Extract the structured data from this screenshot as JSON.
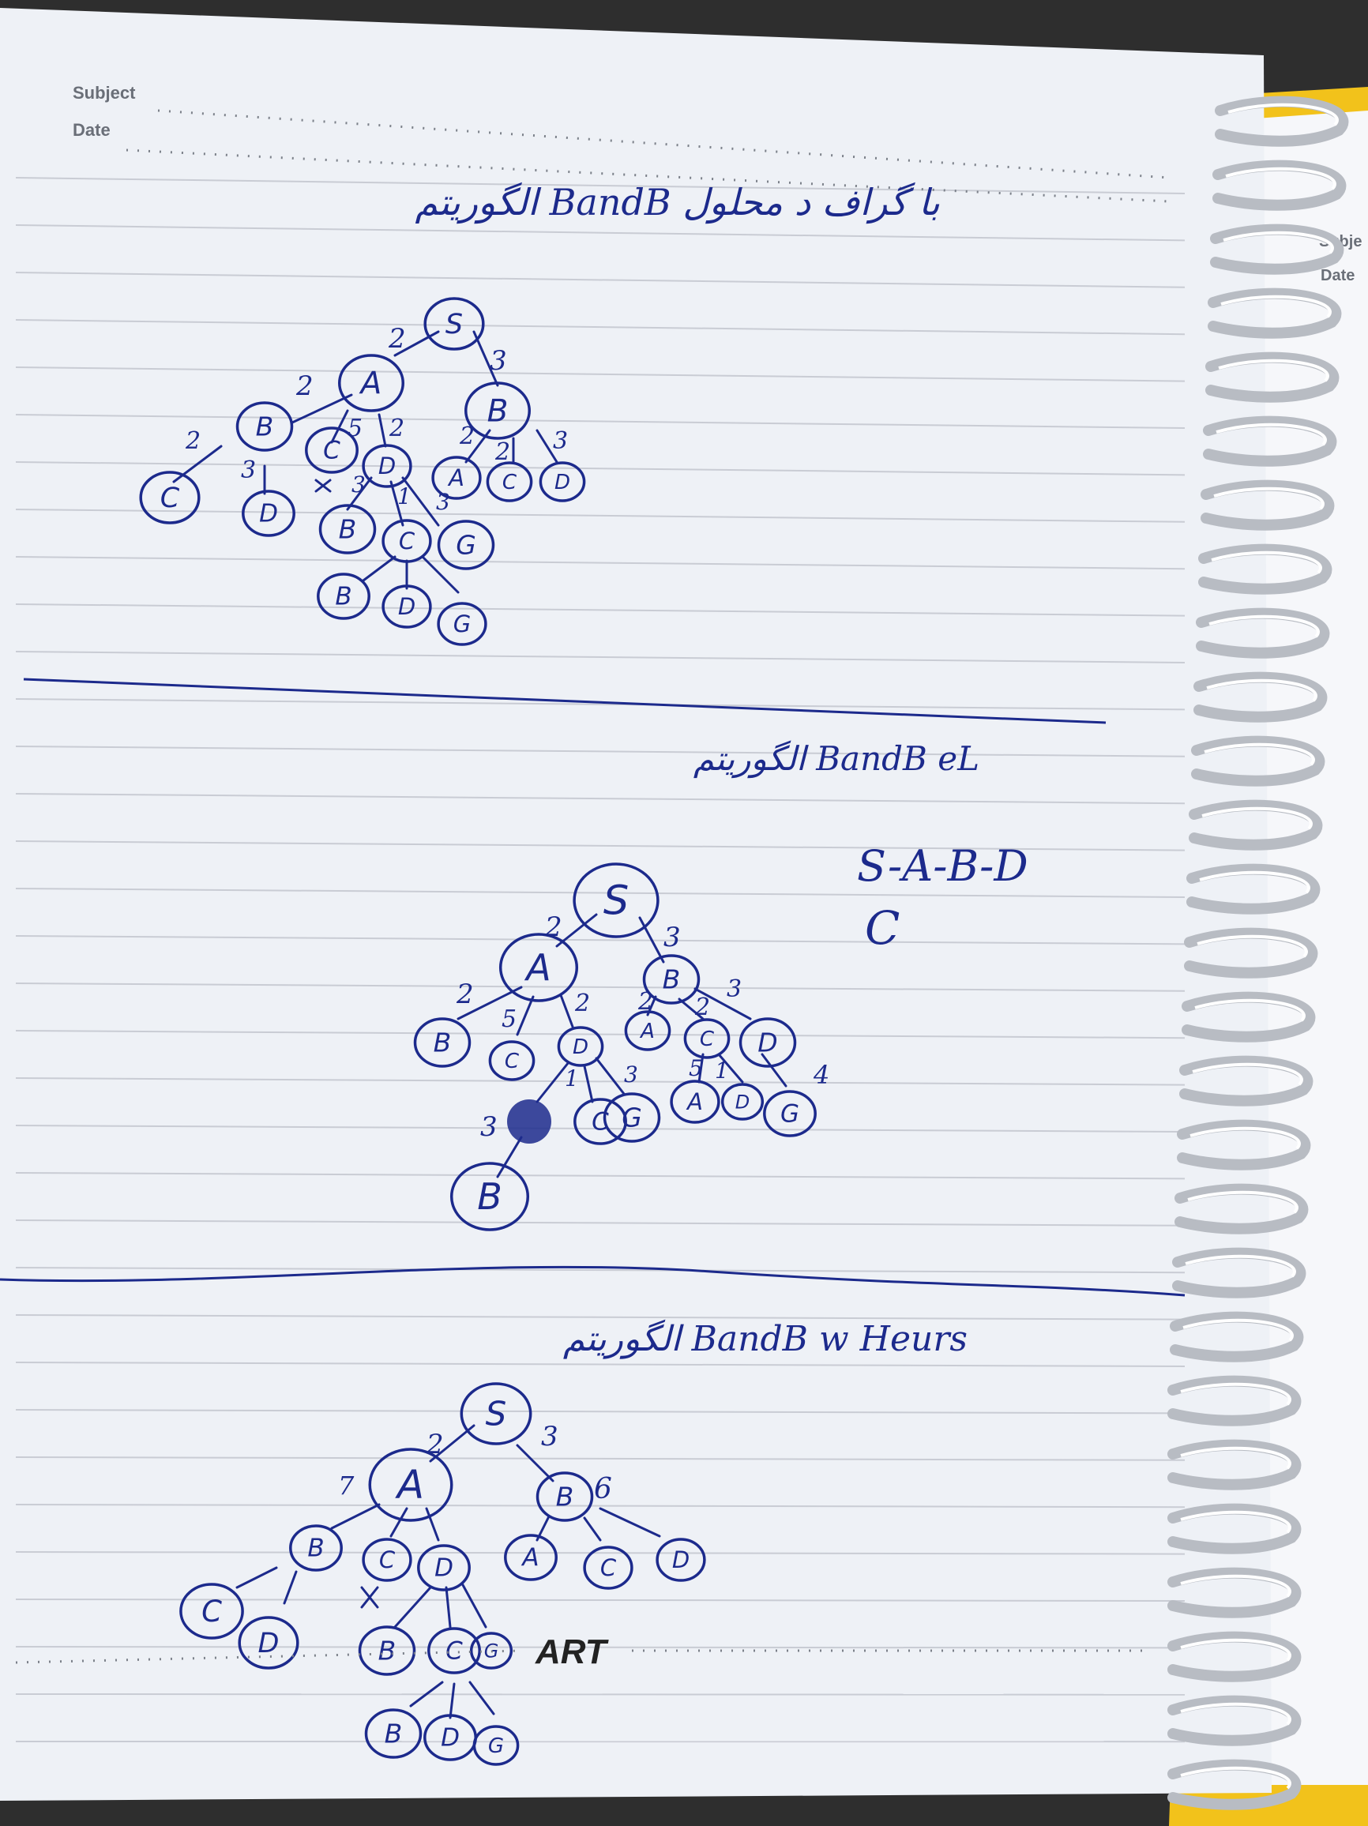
{
  "notebook": {
    "printed_subject": "Subject",
    "printed_date": "Date",
    "next_page_subject": "Subje",
    "next_page_date": "Date",
    "brand_logo_text": "ART",
    "colors": {
      "paper": "#eef1f6",
      "ink": "#1c2a8c",
      "rule_line": "#c9ccd4",
      "cover": "#f2c21b"
    }
  },
  "sections": [
    {
      "heading": "الگوریتم BandB با گراف د محلول",
      "tree": {
        "nodes": [
          {
            "id": "s1-S",
            "label": "S"
          },
          {
            "id": "s1-A",
            "label": "A"
          },
          {
            "id": "s1-B-right",
            "label": "B"
          },
          {
            "id": "s1-B-left",
            "label": "B"
          },
          {
            "id": "s1-C-mid",
            "label": "C"
          },
          {
            "id": "s1-D-mid",
            "label": "D"
          },
          {
            "id": "s1-A-right",
            "label": "A"
          },
          {
            "id": "s1-C-right",
            "label": "C"
          },
          {
            "id": "s1-D-right",
            "label": "D"
          },
          {
            "id": "s1-C-far-left",
            "label": "C"
          },
          {
            "id": "s1-D-low-left",
            "label": "D"
          },
          {
            "id": "s1-B-low",
            "label": "B"
          },
          {
            "id": "s1-C-low",
            "label": "C"
          },
          {
            "id": "s1-G-low",
            "label": "G"
          },
          {
            "id": "s1-B-bottom",
            "label": "B"
          },
          {
            "id": "s1-D-bottom",
            "label": "D"
          },
          {
            "id": "s1-G-bottom",
            "label": "G"
          }
        ],
        "edge_weights": [
          "2",
          "3",
          "2",
          "5",
          "2",
          "2",
          "2",
          "3",
          "2",
          "3",
          "3",
          "1",
          "3"
        ]
      }
    },
    {
      "heading": "الگوریتم BandB eL",
      "path_note": "S-A-B-D",
      "note_symbol": "C",
      "tree": {
        "nodes": [
          {
            "id": "s2-S",
            "label": "S"
          },
          {
            "id": "s2-A",
            "label": "A"
          },
          {
            "id": "s2-B",
            "label": "B"
          },
          {
            "id": "s2-B-left",
            "label": "B"
          },
          {
            "id": "s2-C-mid",
            "label": "C"
          },
          {
            "id": "s2-D-mid",
            "label": "D"
          },
          {
            "id": "s2-A-right",
            "label": "A"
          },
          {
            "id": "s2-C-right",
            "label": "C"
          },
          {
            "id": "s2-D-right",
            "label": "D"
          },
          {
            "id": "s2-C-low",
            "label": "C"
          },
          {
            "id": "s2-G-low",
            "label": "G"
          },
          {
            "id": "s2-A-low",
            "label": "A"
          },
          {
            "id": "s2-D-low",
            "label": "D"
          },
          {
            "id": "s2-G-right",
            "label": "G"
          },
          {
            "id": "s2-B-bottom",
            "label": "B"
          }
        ],
        "edge_weights": [
          "2",
          "3",
          "2",
          "5",
          "2",
          "2",
          "2",
          "3",
          "1",
          "3",
          "5",
          "1",
          "4",
          "3"
        ]
      }
    },
    {
      "heading": "الگوریتم BandB w Heurs",
      "tree": {
        "nodes": [
          {
            "id": "s3-S",
            "label": "S"
          },
          {
            "id": "s3-A",
            "label": "A"
          },
          {
            "id": "s3-B",
            "label": "B"
          },
          {
            "id": "s3-B-left",
            "label": "B"
          },
          {
            "id": "s3-C-mid",
            "label": "C"
          },
          {
            "id": "s3-D-mid",
            "label": "D"
          },
          {
            "id": "s3-A-right",
            "label": "A"
          },
          {
            "id": "s3-C-right",
            "label": "C"
          },
          {
            "id": "s3-D-right",
            "label": "D"
          },
          {
            "id": "s3-C-far-left",
            "label": "C"
          },
          {
            "id": "s3-D-low-left",
            "label": "D"
          },
          {
            "id": "s3-B-low",
            "label": "B"
          },
          {
            "id": "s3-C-low",
            "label": "C"
          },
          {
            "id": "s3-G-low",
            "label": "G"
          },
          {
            "id": "s3-B-bottom",
            "label": "B"
          },
          {
            "id": "s3-D-bottom",
            "label": "D"
          },
          {
            "id": "s3-G-bottom",
            "label": "G"
          }
        ],
        "edge_weights": [
          "2",
          "3"
        ],
        "heuristic_marks": [
          "7",
          "6"
        ]
      }
    }
  ]
}
